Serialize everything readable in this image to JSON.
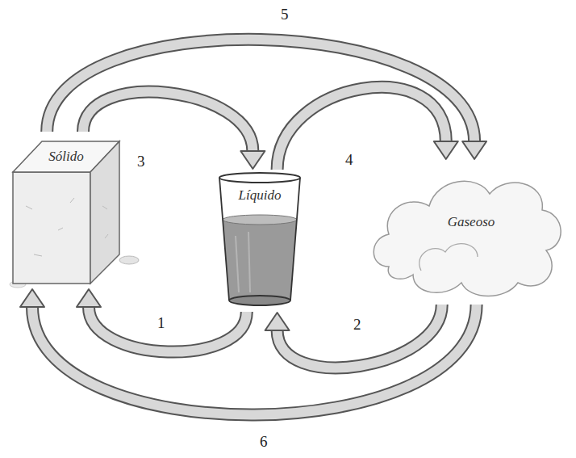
{
  "diagram": {
    "nodes": [
      {
        "text": [
          "Sólido"
        ]
      },
      {
        "text": [
          "Líquido"
        ]
      },
      {
        "text": [
          "Gaseoso"
        ]
      }
    ],
    "edges": [
      {
        "from": 1,
        "to": 0,
        "arrow": "to",
        "label": "1"
      },
      {
        "from": 2,
        "to": 1,
        "arrow": "to",
        "label": "2"
      },
      {
        "from": 0,
        "to": 1,
        "arrow": "to",
        "label": "3"
      },
      {
        "from": 1,
        "to": 2,
        "arrow": "to",
        "label": "4"
      },
      {
        "from": 0,
        "to": 2,
        "arrow": "to",
        "label": "5"
      },
      {
        "from": 2,
        "to": 0,
        "arrow": "to",
        "label": "6"
      }
    ]
  }
}
